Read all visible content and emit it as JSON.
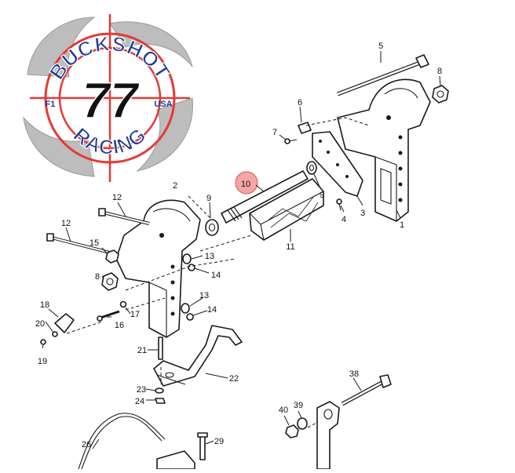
{
  "logo": {
    "brand_top": "BUCKSHOT",
    "number": "77",
    "brand_bottom": "RACING",
    "left_tag": "F1",
    "right_tag": "USA",
    "colors": {
      "ring": "#e53935",
      "text": "#1f3a93",
      "swirl": "#b8b8b8",
      "number": "#111111"
    }
  },
  "callouts": {
    "c1": "1",
    "c2": "2",
    "c3": "3",
    "c4": "4",
    "c5": "5",
    "c6": "6",
    "c7": "7",
    "c8a": "8",
    "c8b": "8",
    "c9a": "9",
    "c9b": "9",
    "c10": "10",
    "c11": "11",
    "c12a": "12",
    "c12b": "12",
    "c13a": "13",
    "c13b": "13",
    "c14a": "14",
    "c14b": "14",
    "c15": "15",
    "c16": "16",
    "c17": "17",
    "c18": "18",
    "c19": "19",
    "c20": "20",
    "c21": "21",
    "c22": "22",
    "c23": "23",
    "c24": "24",
    "c26": "26",
    "c29": "29",
    "c38": "38",
    "c39": "39",
    "c40": "40"
  },
  "highlight": {
    "part": "10",
    "color": "#f4a6a6"
  }
}
